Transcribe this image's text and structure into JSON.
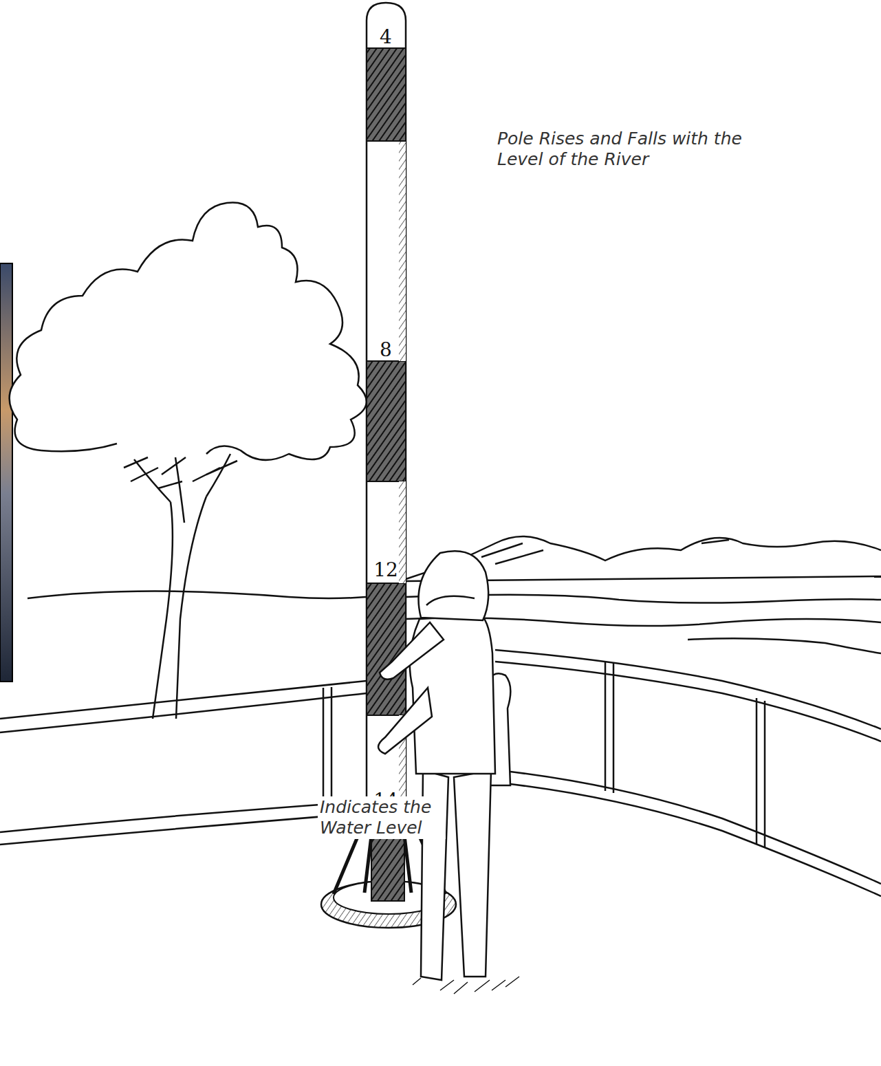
{
  "diagram": {
    "labels": [
      "4",
      "8",
      "12",
      "14",
      "Pole Rises and Falls with the Level of the River",
      "Indicates the Water Level"
    ]
  }
}
